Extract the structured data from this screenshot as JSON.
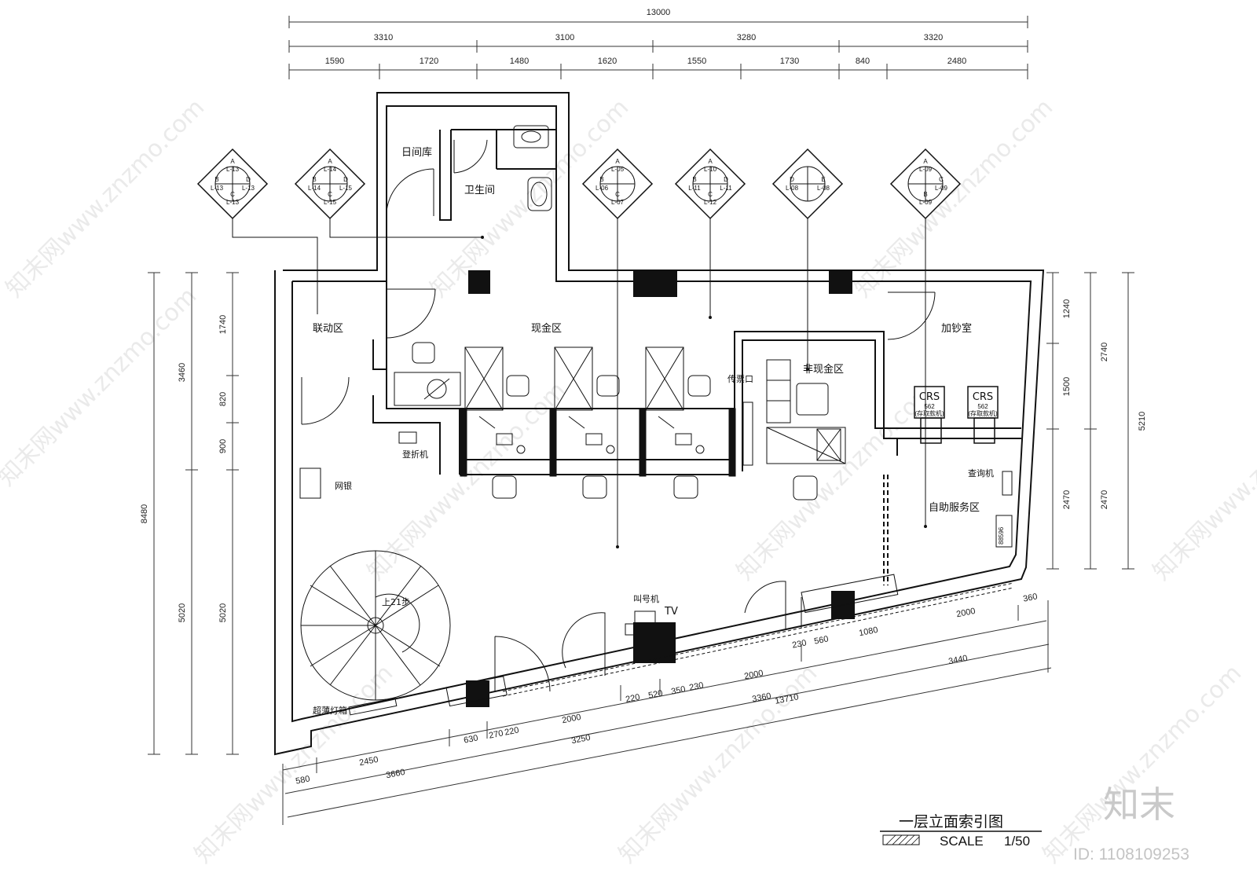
{
  "top_dims": {
    "overall": "13000",
    "segments_row1": [
      "3310",
      "3100",
      "3280",
      "3320"
    ],
    "segments_row2": [
      "1590",
      "1720",
      "1480",
      "1620",
      "1550",
      "1730",
      "840",
      "2480"
    ]
  },
  "left_dims": {
    "overall": "8480",
    "row1": [
      "3460",
      "5020"
    ],
    "row2": [
      "1740",
      "820",
      "900",
      "5020"
    ]
  },
  "right_dims": {
    "overall": "5210",
    "row1": [
      "2740",
      "2470"
    ],
    "row2": [
      "1240",
      "1500",
      "2470"
    ]
  },
  "bottom_dims": {
    "row_a": [
      "230",
      "560",
      "1080",
      "2000",
      "360"
    ],
    "row_a2": [
      "220",
      "520",
      "350",
      "230",
      "2000"
    ],
    "row_b": [
      "3360",
      "3440"
    ],
    "row_c": [
      "630",
      "270",
      "220",
      "2000"
    ],
    "row_d": [
      "2450",
      "3250",
      "13710"
    ],
    "row_e": [
      "580",
      "3660"
    ]
  },
  "rooms": {
    "daytime_vault": "日间库",
    "toilet": "卫生间",
    "linkage_area": "联动区",
    "cash_area": "现金区",
    "cash_adding_room": "加钞室",
    "ticket_window": "传票口",
    "non_cash_area": "非现金区",
    "passbook_machine": "登折机",
    "online_banking": "网银",
    "inquiry_machine": "查询机",
    "self_service_area": "自助服务区",
    "stairs": "上21步",
    "queue_machine": "叫号机",
    "tv": "TV",
    "lightbox": "超薄灯箱",
    "crs1": "CRS",
    "crs2": "CRS",
    "crs1_sub": "562",
    "crs1_note": "(存取款机)",
    "crs2_sub": "562",
    "crs2_note": "(存取款机)",
    "device_code": "88596"
  },
  "elevation_tags": [
    {
      "top": "A",
      "top_code": "L-13",
      "left": "B",
      "left_code": "L-13",
      "right": "D",
      "right_code": "L-13",
      "bottom": "C",
      "bottom_code": "L-13"
    },
    {
      "top": "A",
      "top_code": "L-14",
      "left": "B",
      "left_code": "L-14",
      "right": "D",
      "right_code": "L-15",
      "bottom": "C",
      "bottom_code": "L-15"
    },
    {
      "top": "A",
      "top_code": "L-05",
      "left": "B",
      "left_code": "L-06",
      "right": "",
      "right_code": "",
      "bottom": "C",
      "bottom_code": "L-07"
    },
    {
      "top": "A",
      "top_code": "L-10",
      "left": "B",
      "left_code": "L-11",
      "right": "D",
      "right_code": "L-11",
      "bottom": "C",
      "bottom_code": "L-12"
    },
    {
      "top": "",
      "top_code": "",
      "left": "D",
      "left_code": "L-08",
      "right": "E",
      "right_code": "L-08",
      "bottom": "",
      "bottom_code": ""
    },
    {
      "top": "A",
      "top_code": "L-09",
      "left": "",
      "left_code": "",
      "right": "C",
      "right_code": "L-09",
      "bottom": "B",
      "bottom_code": "L-09"
    }
  ],
  "drawing": {
    "title": "一层立面索引图",
    "scale_label": "SCALE",
    "scale_value": "1/50"
  },
  "watermark": {
    "text": "知末网www.znzmo.com",
    "logo": "知末",
    "id": "ID: 1108109253"
  }
}
